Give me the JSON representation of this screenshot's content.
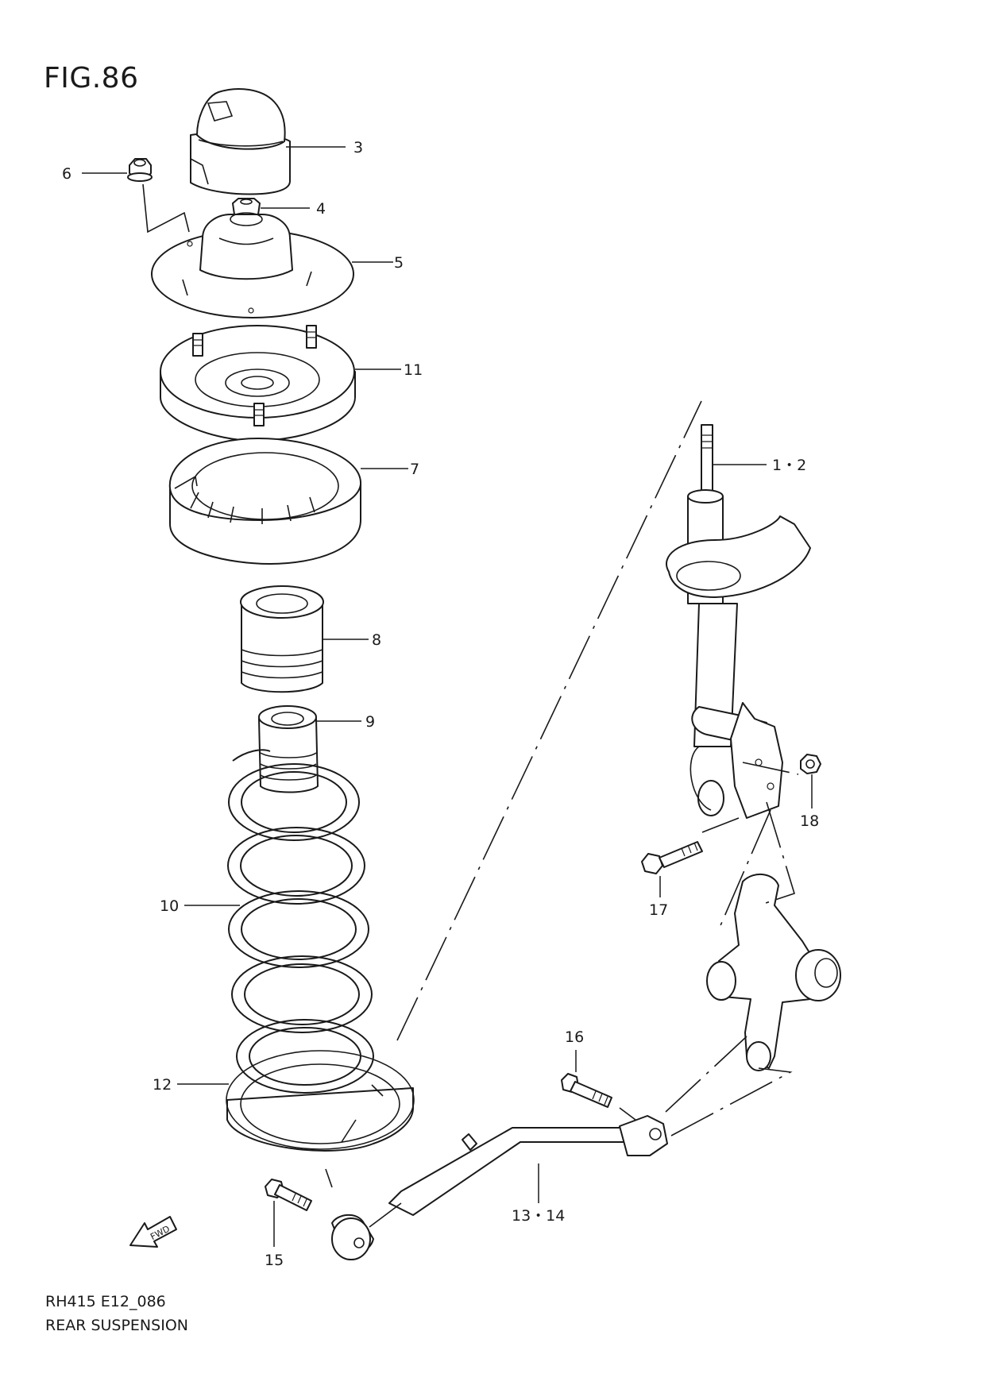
{
  "figure": {
    "title": "FIG.86",
    "code": "RH415 E12_086",
    "subtitle": "REAR SUSPENSION"
  },
  "callouts": [
    "3",
    "6",
    "4",
    "5",
    "11",
    "7",
    "8",
    "9",
    "10",
    "12",
    "1・2",
    "18",
    "17",
    "16",
    "15",
    "13・14"
  ],
  "fwd_label": "FWD"
}
